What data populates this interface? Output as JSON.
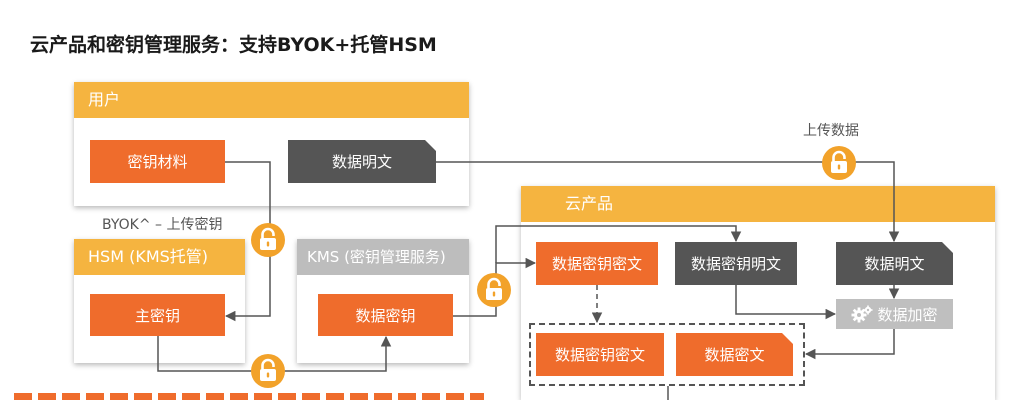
{
  "title": "云产品和密钥管理服务：支持BYOK+托管HSM",
  "panels": {
    "user": {
      "title": "用户"
    },
    "hsm": {
      "title": "HSM (KMS托管)"
    },
    "kms": {
      "title": "KMS (密钥管理服务)"
    },
    "cloud": {
      "title": "云产品"
    }
  },
  "boxes": {
    "key_material": "密钥材料",
    "plain_data_user": "数据明文",
    "master_key": "主密钥",
    "data_key": "数据密钥",
    "encrypted_dek_1": "数据密钥密文",
    "plain_dek": "数据密钥明文",
    "plain_data_cloud": "数据明文",
    "encrypt_op": "数据加密",
    "encrypted_dek_2": "数据密钥密文",
    "encrypted_data": "数据密文"
  },
  "labels": {
    "byok": "BYOK^ – 上传密钥",
    "upload_data": "上传数据"
  },
  "icons": {
    "lock": "lock-icon",
    "gear": "gear-icon"
  },
  "colors": {
    "orange": "#ef6c2c",
    "panel_header": "#f5b440",
    "kms_header": "#bdbdbd",
    "dark_box": "#555555",
    "light_box": "#bfbfbf",
    "lock": "#f2a22a"
  }
}
